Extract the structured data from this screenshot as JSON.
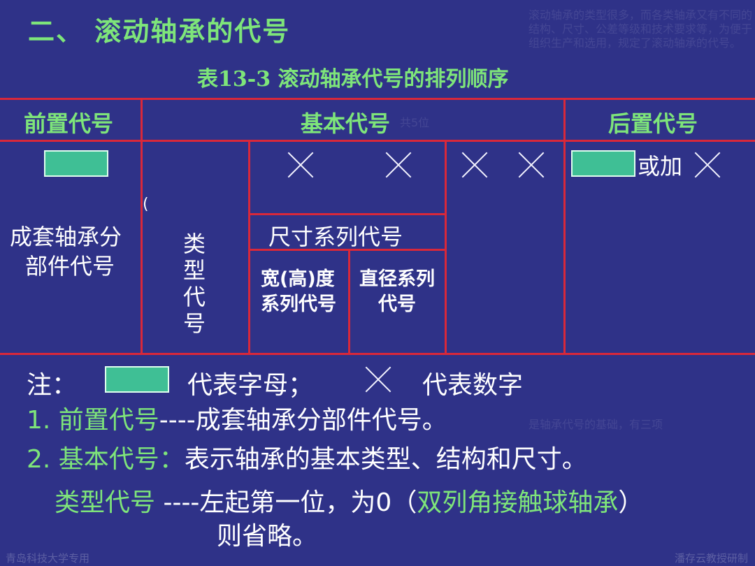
{
  "heading": "二、 滚动轴承的代号",
  "table_caption": "表13-3  滚动轴承代号的排列顺序",
  "ghost": {
    "right_block": "滚动轴承的类型很多，而各类轴承又有不同的结构、尺寸、公差等级和技术要求等，为便于组织生产和选用，规定了滚动轴承的代号。",
    "small": "共5位",
    "mid": "是轴承代号的基础，有三项"
  },
  "table": {
    "col_front": "前置代号",
    "col_basic": "基本代号",
    "col_rear": "后置代号",
    "or_add": "或加",
    "paren": "(",
    "front_desc_1": "成套轴承分",
    "front_desc_2": "部件代号",
    "type_code_chars": [
      "类",
      "型",
      "代",
      "号"
    ],
    "size_series": "尺寸系列代号",
    "width_series_1": "宽(高)度",
    "width_series_2": "系列代号",
    "dia_series_1": "直径系列",
    "dia_series_2": "代号"
  },
  "notes": {
    "note_label": "注：",
    "letter_meaning": "代表字母；",
    "digit_meaning": "代表数字",
    "item1_prefix": "1. 前置代号",
    "item1_rest": "----成套轴承分部件代号。",
    "item2_prefix": "2. 基本代号：",
    "item2_rest": "表示轴承的基本类型、结构和尺寸。",
    "type_label": "类型代号",
    "type_rest_a": " ----左起第一位，为0（",
    "type_green": "双列角接触球轴承",
    "type_rest_b": "）",
    "omit": "则省略。"
  },
  "footer": {
    "left": "青岛科技大学专用",
    "right": "潘存云教授研制"
  },
  "colors": {
    "background": "#2f3288",
    "accent_green": "#7ee57a",
    "table_line": "#d9283a",
    "letter_box": "#3fbf95"
  }
}
